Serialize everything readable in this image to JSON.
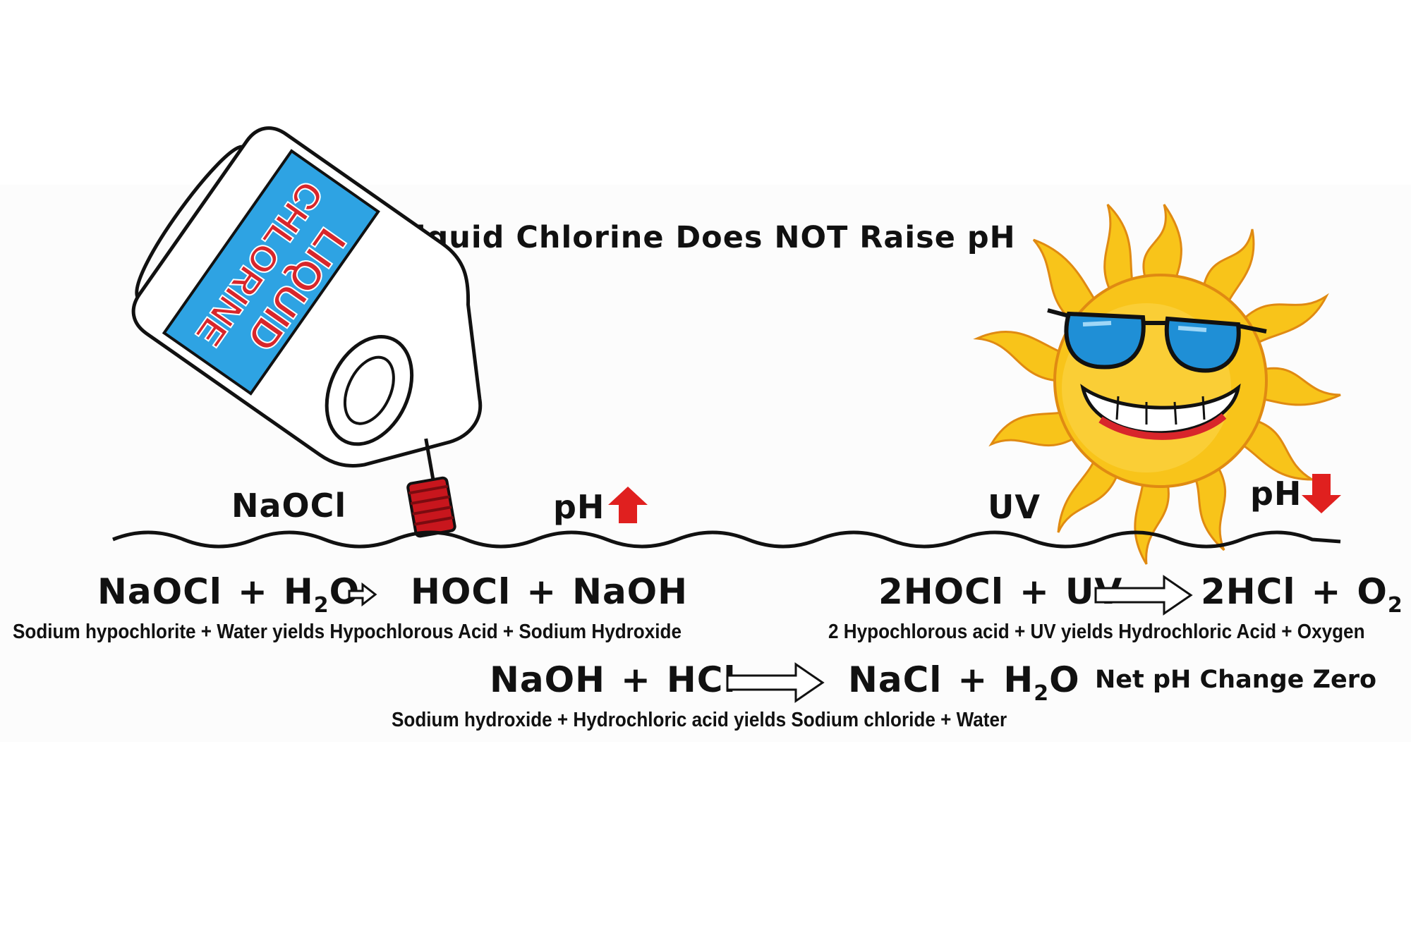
{
  "title": "Liquid Chlorine Does NOT Raise pH",
  "bottle_label": {
    "line1": "LIQUID",
    "line2": "CHLORINE"
  },
  "labels": {
    "naocl": "NaOCl",
    "ph_up": "pH",
    "uv": "UV",
    "ph_down": "pH"
  },
  "equation1": {
    "reactant1": "NaOCl",
    "plus1": "+",
    "reactant2_main": "H",
    "reactant2_sub": "2",
    "reactant2_tail": "O",
    "product1": "HOCl",
    "plus2": "+",
    "product2": "NaOH",
    "description": "Sodium hypochlorite + Water yields Hypochlorous Acid + Sodium Hydroxide"
  },
  "equation2": {
    "reactant1": "2HOCl",
    "plus1": "+",
    "reactant2": "UV",
    "product1": "2HCl",
    "plus2": "+",
    "product2_main": "O",
    "product2_sub": "2",
    "description": "2 Hypochlorous acid + UV yields Hydrochloric Acid + Oxygen"
  },
  "equation3": {
    "reactant1": "NaOH",
    "plus1": "+",
    "reactant2": "HCl",
    "product1": "NaCl",
    "plus2": "+",
    "product2_main": "H",
    "product2_sub": "2",
    "product2_tail": "O",
    "description": "Sodium hydroxide + Hydrochloric acid yields Sodium chloride + Water"
  },
  "net_change": "Net pH Change Zero",
  "colors": {
    "label_blue": "#2ea3e3",
    "label_red": "#d8262b",
    "cap_red": "#c8161d",
    "sun_yellow": "#f8c41a",
    "sun_orange": "#f39a1c",
    "glasses_blue": "#1f8fd6",
    "arrow_red": "#e0201f"
  }
}
